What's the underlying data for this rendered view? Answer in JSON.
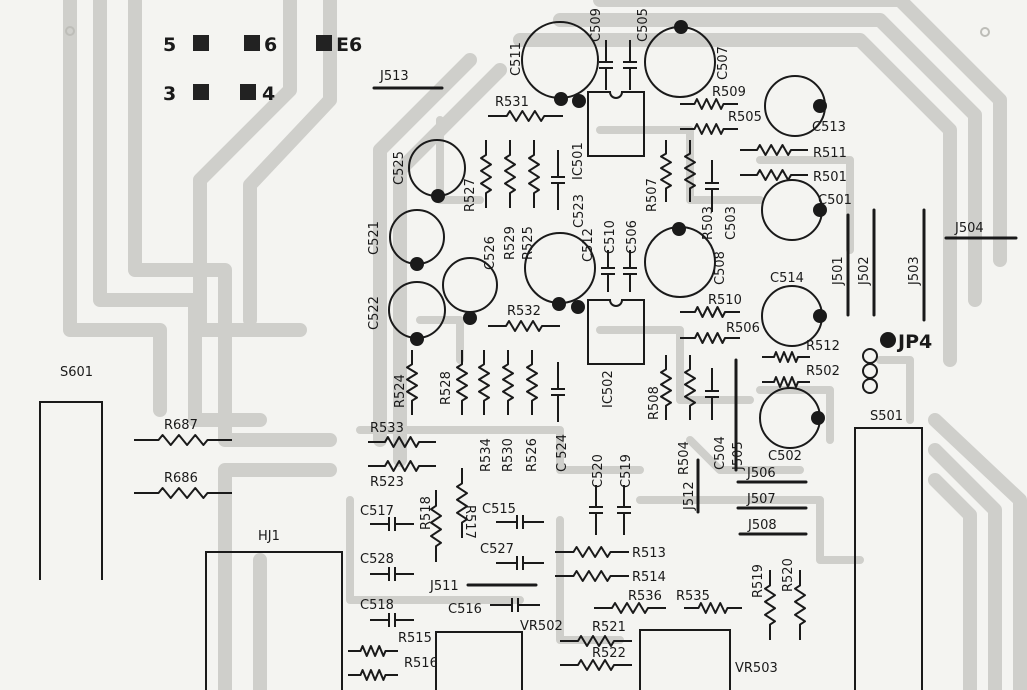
{
  "marks": {
    "pad_5": "5",
    "pad_6": "6",
    "pad_e6": "E6",
    "pad_3": "3",
    "pad_4": "4",
    "jp4": "JP4"
  },
  "jumpers": {
    "j513": "J513",
    "j504": "J504",
    "j501": "J501",
    "j502": "J502",
    "j503": "J503",
    "j505": "J505",
    "j506": "J506",
    "j507": "J507",
    "j508": "J508",
    "j511": "J511",
    "j512": "J512"
  },
  "ics": {
    "ic501": "IC501",
    "ic502": "IC502"
  },
  "capacitors": {
    "c501": "C501",
    "c502": "C502",
    "c503": "C503",
    "c504": "C504",
    "c505": "C505",
    "c506": "C506",
    "c507": "C507",
    "c508": "C508",
    "c509": "C509",
    "c510": "C510",
    "c511": "C511",
    "c512": "C512",
    "c513": "C513",
    "c514": "C514",
    "c515": "C515",
    "c516": "C516",
    "c517": "C517",
    "c518": "C518",
    "c519": "C519",
    "c520": "C520",
    "c521": "C521",
    "c522": "C522",
    "c523": "C523",
    "c524": "C 524",
    "c525": "C525",
    "c526": "C526",
    "c527": "C527",
    "c528": "C528"
  },
  "resistors": {
    "r501": "R501",
    "r502": "R502",
    "r503": "R503",
    "r504": "R504",
    "r505": "R505",
    "r506": "R506",
    "r507": "R507",
    "r508": "R508",
    "r509": "R509",
    "r510": "R510",
    "r511": "R511",
    "r512": "R512",
    "r513": "R513",
    "r514": "R514",
    "r515": "R515",
    "r516": "R516",
    "r517": "R517",
    "r518": "R518",
    "r519": "R519",
    "r520": "R520",
    "r521": "R521",
    "r522": "R522",
    "r523": "R523",
    "r524": "R524",
    "r525": "R525",
    "r526": "R526",
    "r527": "R527",
    "r528": "R528",
    "r529": "R529",
    "r530": "R530",
    "r531": "R531",
    "r532": "R532",
    "r533": "R533",
    "r534": "R534",
    "r535": "R535",
    "r536": "R536",
    "r686": "R686",
    "r687": "R687"
  },
  "connectors": {
    "s601": "S601",
    "s501": "S501",
    "hj1": "HJ1",
    "vr502": "VR502",
    "vr503": "VR503"
  }
}
